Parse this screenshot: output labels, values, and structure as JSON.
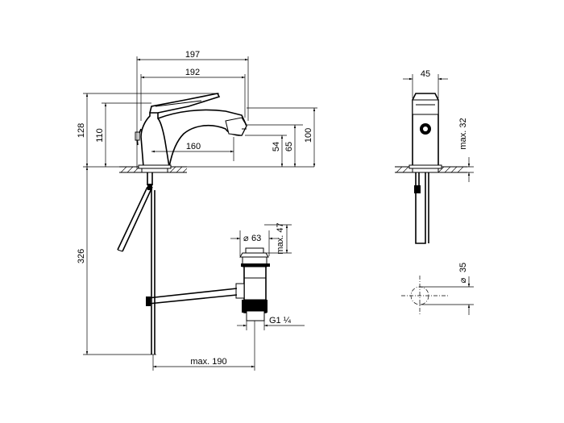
{
  "dimensions": {
    "overall_length": "197",
    "spout_reach": "192",
    "outlet_to_axis": "160",
    "lever_height": "128",
    "body_height": "110",
    "outlet_height": "54",
    "aerator_height": "65",
    "total_height": "100",
    "below_deck": "326",
    "drain_diameter": "63",
    "drain_max_height": "max. 47",
    "waste_reach": "max. 190",
    "thread": "G1 ¼",
    "width": "45",
    "deck_max": "max. 32",
    "hole_diameter": "35"
  },
  "symbols": {
    "diameter": "⌀"
  }
}
